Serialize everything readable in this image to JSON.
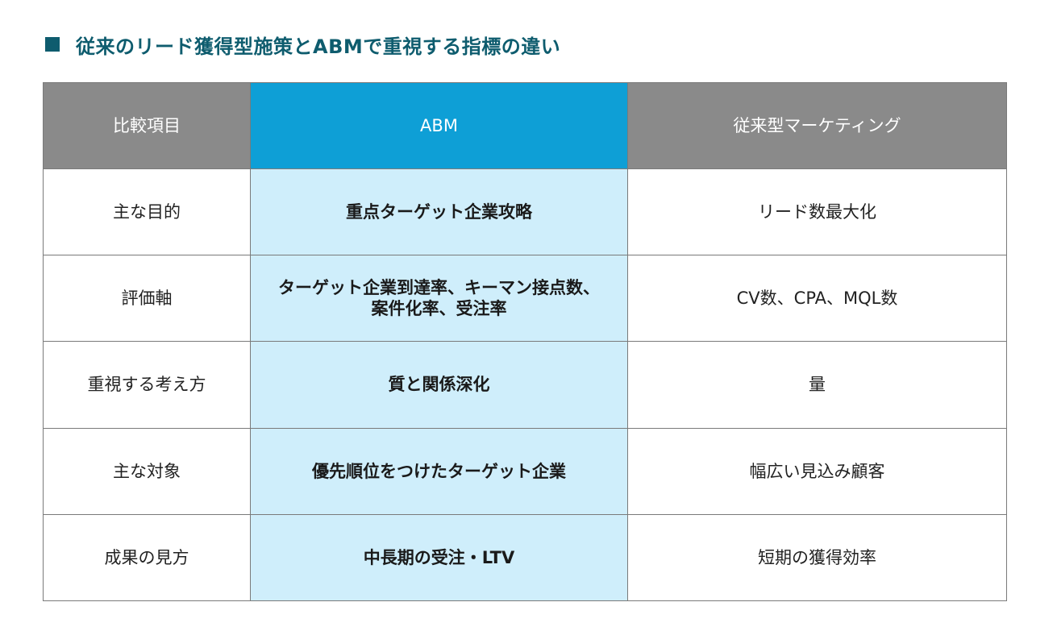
{
  "title": "従来のリード獲得型施策とABMで重視する指標の違い",
  "colors": {
    "title": "#0e5c6e",
    "header_gray": "#8a8a8a",
    "header_abm": "#0e9fd6",
    "abm_cell": "#cfeefb"
  },
  "table": {
    "headers": [
      "比較項目",
      "ABM",
      "従来型マーケティング"
    ],
    "rows": [
      {
        "item": "主な目的",
        "abm": "重点ターゲット企業攻略",
        "traditional": "リード数最大化"
      },
      {
        "item": "評価軸",
        "abm": "ターゲット企業到達率、キーマン接点数、\n案件化率、受注率",
        "traditional": "CV数、CPA、MQL数"
      },
      {
        "item": "重視する考え方",
        "abm": "質と関係深化",
        "traditional": "量"
      },
      {
        "item": "主な対象",
        "abm": "優先順位をつけたターゲット企業",
        "traditional": "幅広い見込み顧客"
      },
      {
        "item": "成果の見方",
        "abm": "中長期の受注・LTV",
        "traditional": "短期の獲得効率"
      }
    ]
  }
}
